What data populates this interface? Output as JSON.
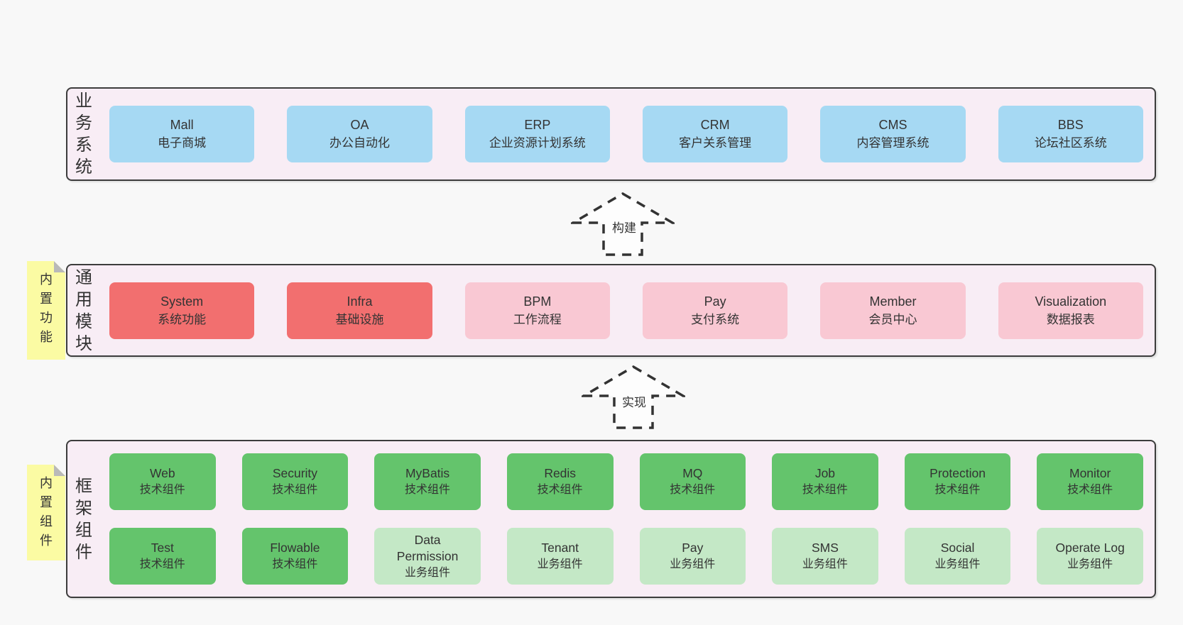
{
  "palette": {
    "page_bg": "#f8f8f8",
    "section_bg": "#f8edf5",
    "section_border": "#3c3c3c",
    "blue": "#a6d9f3",
    "red": "#f26f6f",
    "pink": "#f9c8d3",
    "green": "#64c46c",
    "light_green": "#c4e8c6",
    "sticky_yellow": "#fbfba3",
    "sticky_fold_gray": "#b9b9b9",
    "text": "#333333"
  },
  "stickies": [
    {
      "label": "内置功能"
    },
    {
      "label": "内置组件"
    }
  ],
  "arrows": [
    {
      "label": "构建"
    },
    {
      "label": "实现"
    }
  ],
  "sections": {
    "business": {
      "label": "业务系统",
      "boxes": [
        {
          "en": "Mall",
          "zh": "电子商城",
          "type": "blue"
        },
        {
          "en": "OA",
          "zh": "办公自动化",
          "type": "blue"
        },
        {
          "en": "ERP",
          "zh": "企业资源计划系统",
          "type": "blue"
        },
        {
          "en": "CRM",
          "zh": "客户关系管理",
          "type": "blue"
        },
        {
          "en": "CMS",
          "zh": "内容管理系统",
          "type": "blue"
        },
        {
          "en": "BBS",
          "zh": "论坛社区系统",
          "type": "blue"
        }
      ]
    },
    "modules": {
      "label": "通用模块",
      "boxes": [
        {
          "en": "System",
          "zh": "系统功能",
          "type": "red"
        },
        {
          "en": "Infra",
          "zh": "基础设施",
          "type": "red"
        },
        {
          "en": "BPM",
          "zh": "工作流程",
          "type": "pink"
        },
        {
          "en": "Pay",
          "zh": "支付系统",
          "type": "pink"
        },
        {
          "en": "Member",
          "zh": "会员中心",
          "type": "pink"
        },
        {
          "en": "Visualization",
          "zh": "数据报表",
          "type": "pink"
        }
      ]
    },
    "components": {
      "label": "框架组件",
      "boxes": [
        {
          "en": "Web",
          "zh": "技术组件",
          "type": "green"
        },
        {
          "en": "Security",
          "zh": "技术组件",
          "type": "green"
        },
        {
          "en": "MyBatis",
          "zh": "技术组件",
          "type": "green"
        },
        {
          "en": "Redis",
          "zh": "技术组件",
          "type": "green"
        },
        {
          "en": "MQ",
          "zh": "技术组件",
          "type": "green"
        },
        {
          "en": "Job",
          "zh": "技术组件",
          "type": "green"
        },
        {
          "en": "Protection",
          "zh": "技术组件",
          "type": "green"
        },
        {
          "en": "Monitor",
          "zh": "技术组件",
          "type": "green"
        },
        {
          "en": "Test",
          "zh": "技术组件",
          "type": "green"
        },
        {
          "en": "Flowable",
          "zh": "技术组件",
          "type": "green"
        },
        {
          "en": "Data Permission",
          "zh": "业务组件",
          "type": "light_green"
        },
        {
          "en": "Tenant",
          "zh": "业务组件",
          "type": "light_green"
        },
        {
          "en": "Pay",
          "zh": "业务组件",
          "type": "light_green"
        },
        {
          "en": "SMS",
          "zh": "业务组件",
          "type": "light_green"
        },
        {
          "en": "Social",
          "zh": "业务组件",
          "type": "light_green"
        },
        {
          "en": "Operate Log",
          "zh": "业务组件",
          "type": "light_green"
        }
      ]
    }
  }
}
